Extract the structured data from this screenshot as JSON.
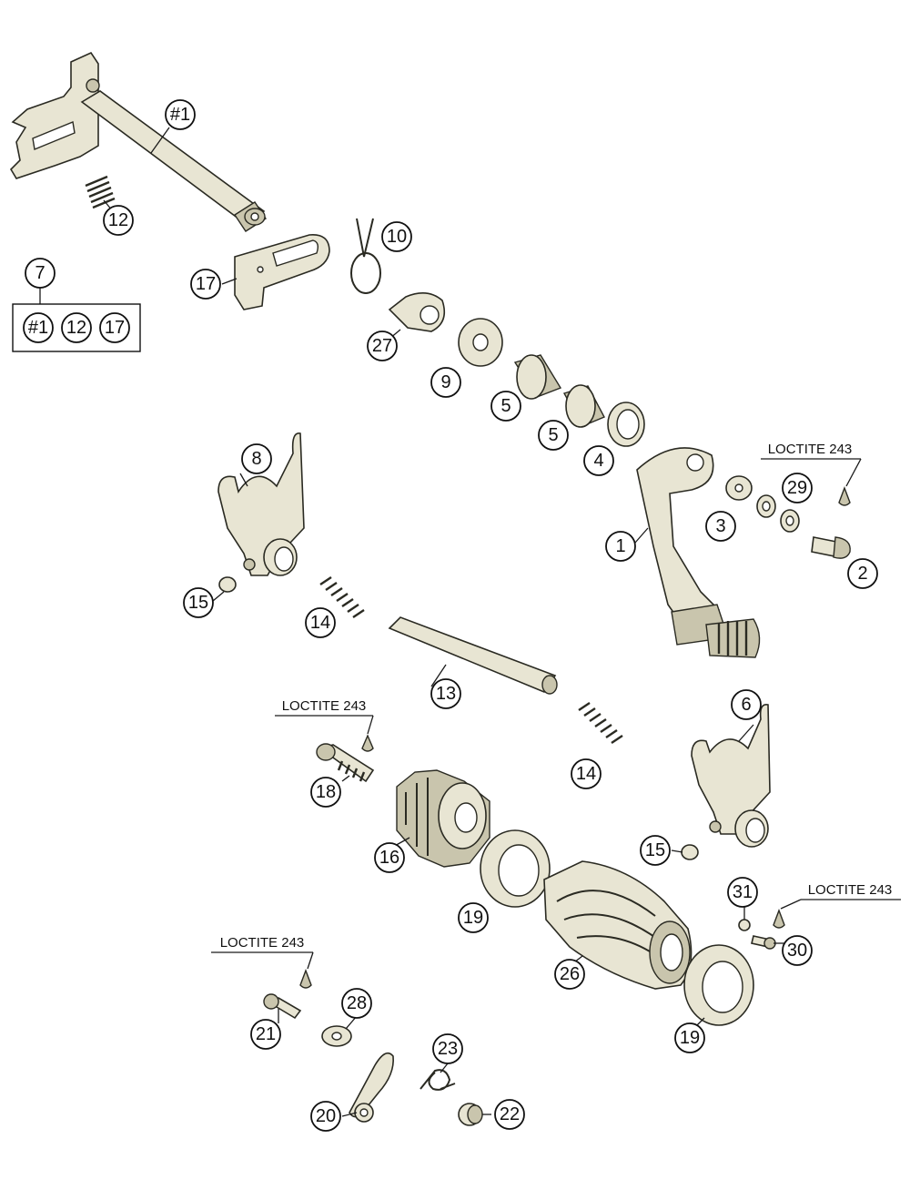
{
  "callouts": {
    "p1": "#1",
    "p12": "12",
    "p10": "10",
    "p17": "17",
    "p7": "7",
    "kit_1": "#1",
    "kit_12": "12",
    "kit_17": "17",
    "p27": "27",
    "p9": "9",
    "p5a": "5",
    "p5b": "5",
    "p4": "4",
    "p8": "8",
    "p29": "29",
    "p3": "3",
    "p1_lever": "1",
    "p2": "2",
    "p15a": "15",
    "p14a": "14",
    "p13": "13",
    "p18": "18",
    "p6": "6",
    "p14b": "14",
    "p16": "16",
    "p15b": "15",
    "p19a": "19",
    "p31": "31",
    "p30": "30",
    "p26": "26",
    "p19b": "19",
    "p21": "21",
    "p28": "28",
    "p23": "23",
    "p20": "20",
    "p22": "22"
  },
  "notes": {
    "loctite_a": "LOCTITE 243",
    "loctite_b": "LOCTITE 243",
    "loctite_c": "LOCTITE 243",
    "loctite_d": "LOCTITE 243"
  }
}
